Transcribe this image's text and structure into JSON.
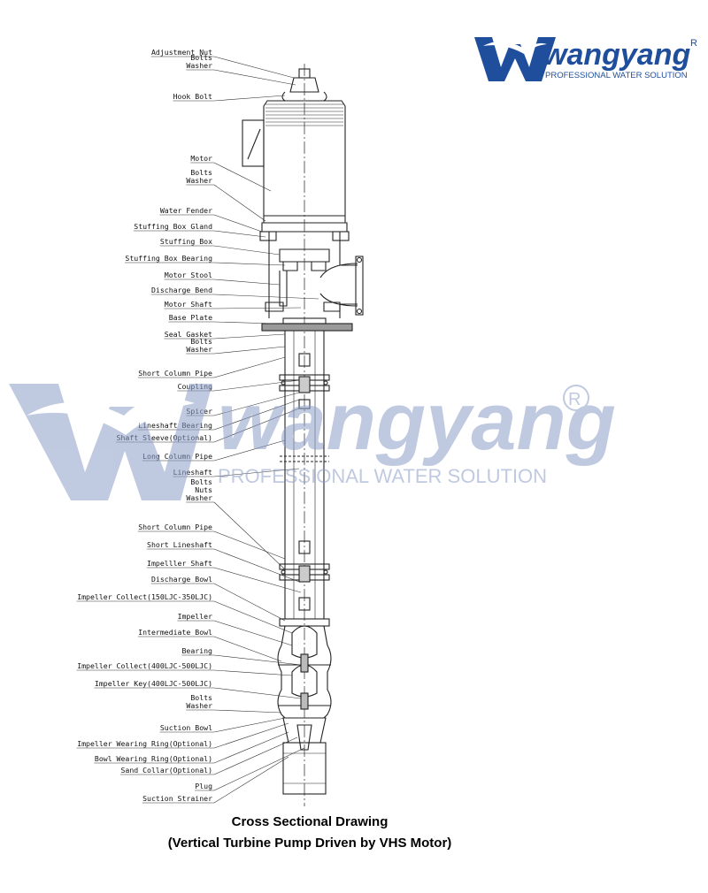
{
  "brand": {
    "name": "wangyang",
    "registered_mark": "R",
    "tagline": "PROFESSIONAL WATER SOLUTION",
    "color": "#1f4e9c",
    "watermark_color": "#8c9ec8"
  },
  "callouts": [
    {
      "id": "adjustment-nut",
      "lines": [
        "Adjustment Nut"
      ]
    },
    {
      "id": "bolts-washer-top",
      "lines": [
        "Bolts",
        "Washer"
      ]
    },
    {
      "id": "hook-bolt",
      "lines": [
        "Hook Bolt"
      ]
    },
    {
      "id": "motor",
      "lines": [
        "Motor"
      ]
    },
    {
      "id": "bolts-washer-motor",
      "lines": [
        "Bolts",
        "Washer"
      ]
    },
    {
      "id": "water-fender",
      "lines": [
        "Water Fender"
      ]
    },
    {
      "id": "stuffing-box-gland",
      "lines": [
        "Stuffing Box Gland"
      ]
    },
    {
      "id": "stuffing-box",
      "lines": [
        "Stuffing Box"
      ]
    },
    {
      "id": "stuffing-box-bearing",
      "lines": [
        "Stuffing Box Bearing"
      ]
    },
    {
      "id": "motor-stool",
      "lines": [
        "Motor Stool"
      ]
    },
    {
      "id": "discharge-bend",
      "lines": [
        "Discharge Bend"
      ]
    },
    {
      "id": "motor-shaft",
      "lines": [
        "Motor Shaft"
      ]
    },
    {
      "id": "base-plate",
      "lines": [
        "Base Plate"
      ]
    },
    {
      "id": "seal-gasket",
      "lines": [
        "Seal Gasket"
      ]
    },
    {
      "id": "bolts-washer-base",
      "lines": [
        "Bolts",
        "Washer"
      ]
    },
    {
      "id": "short-column-pipe-top",
      "lines": [
        "Short Column Pipe"
      ]
    },
    {
      "id": "coupling",
      "lines": [
        "Coupling"
      ]
    },
    {
      "id": "spicer",
      "lines": [
        "Spicer"
      ]
    },
    {
      "id": "lineshaft-bearing",
      "lines": [
        "Lineshaft Bearing"
      ]
    },
    {
      "id": "shaft-sleeve",
      "lines": [
        "Shaft Sleeve(Optional)"
      ]
    },
    {
      "id": "long-column-pipe",
      "lines": [
        "Long Column Pipe"
      ]
    },
    {
      "id": "lineshaft",
      "lines": [
        "Lineshaft"
      ]
    },
    {
      "id": "bolts-nuts-washer",
      "lines": [
        "Bolts",
        "Nuts",
        "Washer"
      ]
    },
    {
      "id": "short-column-pipe-bottom",
      "lines": [
        "Short Column Pipe"
      ]
    },
    {
      "id": "short-lineshaft",
      "lines": [
        "Short Lineshaft"
      ]
    },
    {
      "id": "impeller-shaft",
      "lines": [
        "Impelller Shaft"
      ]
    },
    {
      "id": "discharge-bowl",
      "lines": [
        "Discharge Bowl"
      ]
    },
    {
      "id": "impeller-collect-small",
      "lines": [
        "Impeller Collect(150LJC-350LJC)"
      ]
    },
    {
      "id": "impeller",
      "lines": [
        "Impeller"
      ]
    },
    {
      "id": "intermediate-bowl",
      "lines": [
        "Intermediate Bowl"
      ]
    },
    {
      "id": "bearing",
      "lines": [
        "Bearing"
      ]
    },
    {
      "id": "impeller-collect-large",
      "lines": [
        "Impeller Collect(400LJC-500LJC)"
      ]
    },
    {
      "id": "impeller-key",
      "lines": [
        "Impeller Key(400LJC-500LJC)"
      ]
    },
    {
      "id": "bolts-washer-bowl",
      "lines": [
        "Bolts",
        "Washer"
      ]
    },
    {
      "id": "suction-bowl",
      "lines": [
        "Suction Bowl"
      ]
    },
    {
      "id": "impeller-wearing-ring",
      "lines": [
        "Impeller Wearing Ring(Optional)"
      ]
    },
    {
      "id": "bowl-wearing-ring",
      "lines": [
        "Bowl Wearing Ring(Optional)"
      ]
    },
    {
      "id": "sand-collar",
      "lines": [
        "Sand Collar(Optional)"
      ]
    },
    {
      "id": "plug",
      "lines": [
        "Plug"
      ]
    },
    {
      "id": "suction-strainer",
      "lines": [
        "Suction Strainer"
      ]
    }
  ],
  "caption": {
    "line1": "Cross Sectional Drawing",
    "line2": "(Vertical Turbine Pump Driven by VHS Motor)"
  }
}
